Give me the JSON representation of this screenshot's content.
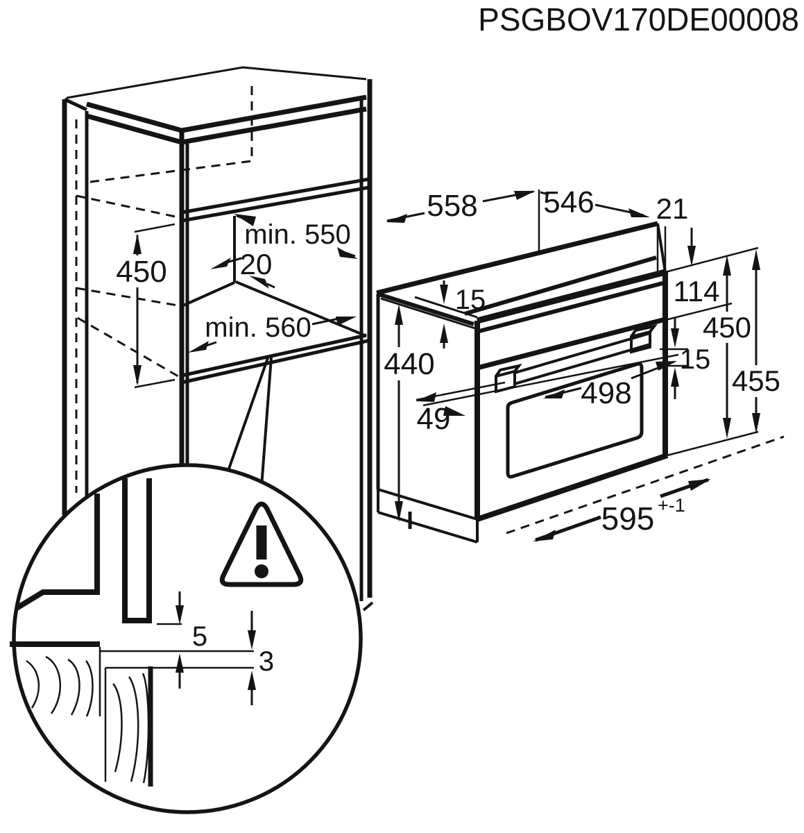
{
  "title": "PSGBOV170DE00008",
  "cabinet": {
    "niche_height": "450",
    "depth_top": "min. 550",
    "rear_gap": "20",
    "depth_bottom": "min. 560"
  },
  "oven": {
    "top_width": "558",
    "top_depth": "546",
    "rear_setback": "21",
    "top_edge": "15",
    "front_height": "440",
    "panel_height": "114",
    "body_height": "450",
    "handle_clearance": "15",
    "handle_offset": "49",
    "handle_width": "498",
    "total_height": "455",
    "front_width": "595",
    "front_width_tolerance": "+-1"
  },
  "detail_view": {
    "gap_top": "5",
    "gap_bottom": "3"
  }
}
